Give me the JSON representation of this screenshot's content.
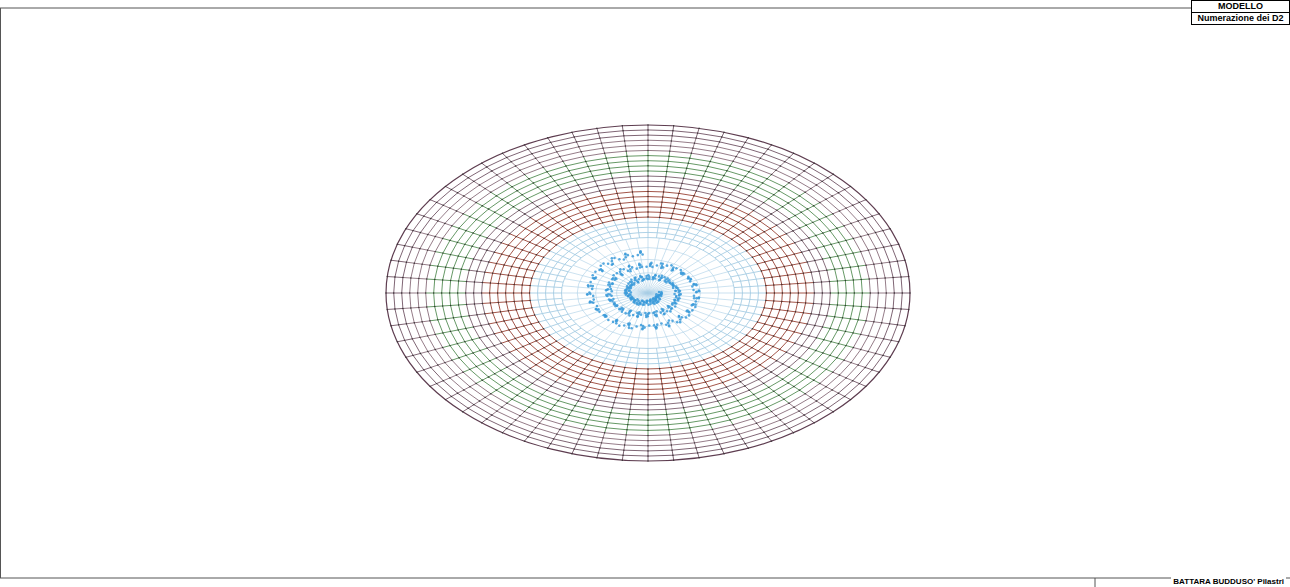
{
  "diagram": {
    "nodes": [
      {
        "text": [
          "MODELLO",
          "Numerazione dei D2"
        ]
      }
    ],
    "labels": [
      "BATTARA BUDDUSO' Pilastri"
    ]
  }
}
